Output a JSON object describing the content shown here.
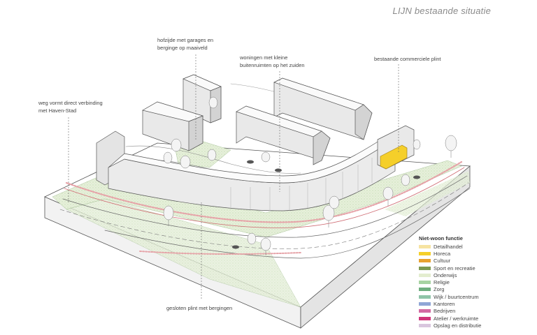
{
  "title": "LIJN bestaande situatie",
  "annotations": {
    "hofzijde": "hofzijde met garages en\nberginge op maaiveld",
    "woningen": "woningen met kleine\nbuitenruimten op het zuiden",
    "commercieel": "bestaande commerciele plint",
    "weg": "weg vormt direct verbinding\nmet Haven-Stad",
    "plint": "gesloten plint met bergingen"
  },
  "legend": {
    "title": "Niet-woon functie",
    "items": [
      {
        "label": "Detailhandel",
        "color": "#f6e3a1"
      },
      {
        "label": "Horeca",
        "color": "#f5cf2a"
      },
      {
        "label": "Cultuur",
        "color": "#e9a22f"
      },
      {
        "label": "Sport en recreatie",
        "color": "#7d9a52"
      },
      {
        "label": "Onderwijs",
        "color": "#e3edcf"
      },
      {
        "label": "Religie",
        "color": "#a7d3a2"
      },
      {
        "label": "Zorg",
        "color": "#6fae7f"
      },
      {
        "label": "Wijk / buurtcentrum",
        "color": "#8fc4a8"
      },
      {
        "label": "Kantoren",
        "color": "#8fa6d6"
      },
      {
        "label": "Bedrijven",
        "color": "#d36aa2"
      },
      {
        "label": "Atelier / werkruimte",
        "color": "#d0357a"
      },
      {
        "label": "Opslag en distributie",
        "color": "#d9c6de"
      }
    ]
  },
  "colors": {
    "ground": "#ffffff",
    "green": "#e5efd8",
    "building": "#e9e9e9",
    "building_dark": "#cfcfcf",
    "bikelane": "#efc6c8",
    "horeca": "#f5cf2a"
  }
}
